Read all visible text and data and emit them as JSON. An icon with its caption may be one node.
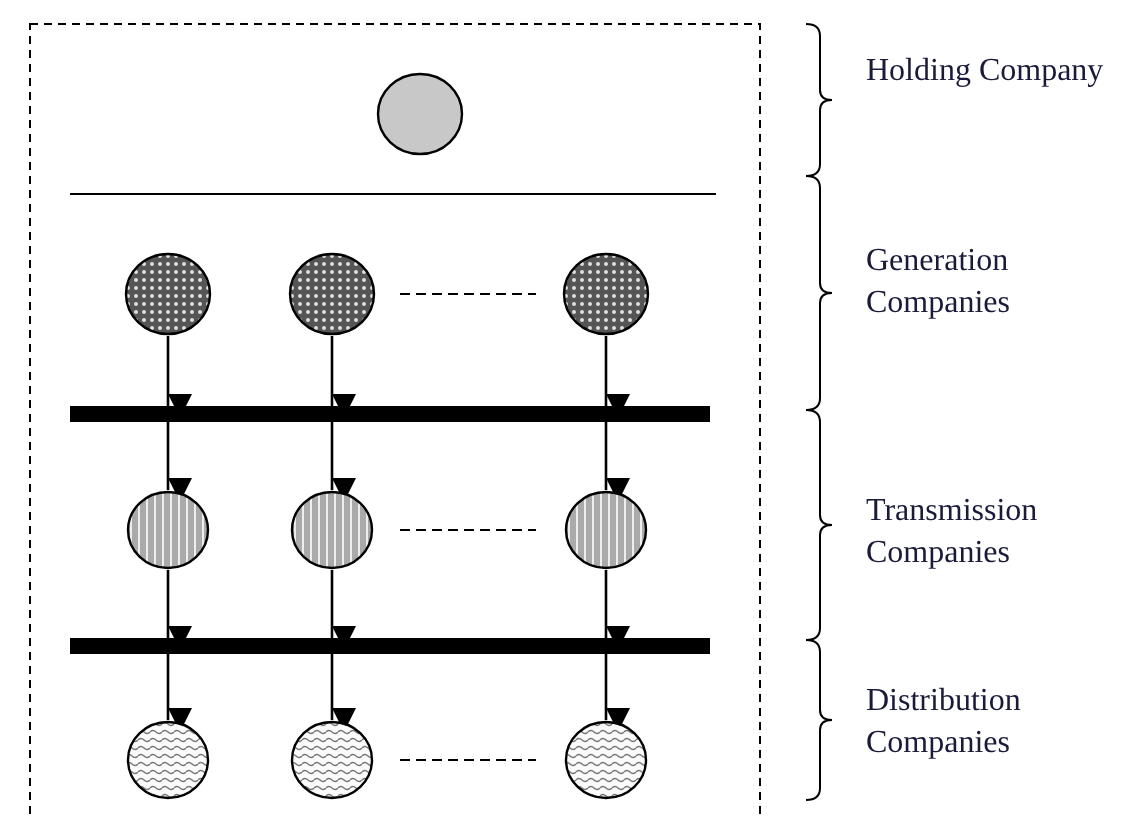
{
  "diagram": {
    "nodes": [
      {
        "text": [],
        "shape": "circle"
      },
      {
        "text": [],
        "shape": "circle"
      },
      {
        "text": [],
        "shape": "circle"
      },
      {
        "text": [],
        "shape": "circle"
      },
      {
        "text": [],
        "shape": "bar"
      },
      {
        "text": [],
        "shape": "circle"
      },
      {
        "text": [],
        "shape": "circle"
      },
      {
        "text": [],
        "shape": "circle"
      },
      {
        "text": [],
        "shape": "bar"
      },
      {
        "text": [],
        "shape": "circle"
      },
      {
        "text": [],
        "shape": "circle"
      },
      {
        "text": [],
        "shape": "circle"
      }
    ],
    "edges": [
      {
        "from": 1,
        "to": 4,
        "arrow": "to"
      },
      {
        "from": 2,
        "to": 4,
        "arrow": "to"
      },
      {
        "from": 3,
        "to": 4,
        "arrow": "to"
      },
      {
        "from": 4,
        "to": 5,
        "arrow": "to"
      },
      {
        "from": 4,
        "to": 6,
        "arrow": "to"
      },
      {
        "from": 4,
        "to": 7,
        "arrow": "to"
      },
      {
        "from": 5,
        "to": 8,
        "arrow": "to"
      },
      {
        "from": 6,
        "to": 8,
        "arrow": "to"
      },
      {
        "from": 7,
        "to": 8,
        "arrow": "to"
      },
      {
        "from": 8,
        "to": 9,
        "arrow": "to"
      },
      {
        "from": 8,
        "to": 10,
        "arrow": "to"
      },
      {
        "from": 8,
        "to": 11,
        "arrow": "to"
      }
    ],
    "labels": [
      "Holding Company",
      "Generation Companies",
      "Transmission Companies",
      "Distribution Companies"
    ]
  }
}
